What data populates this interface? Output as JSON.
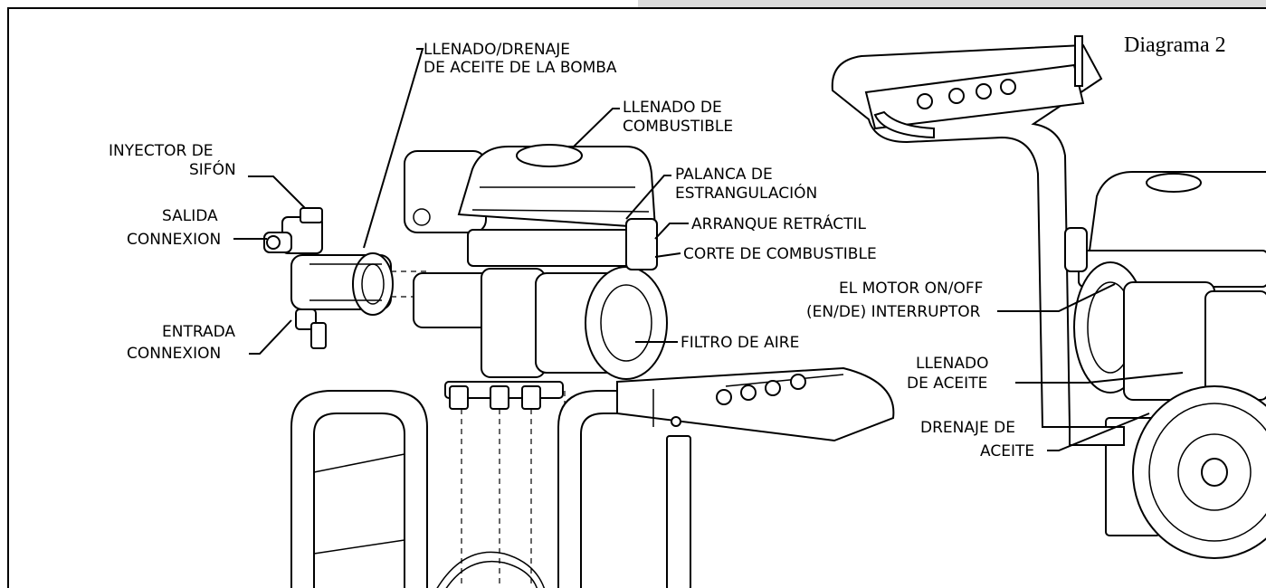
{
  "diagram": {
    "title": "Diagrama 2",
    "labels": {
      "pump_oil_l1": "LLENADO/DRENAJE",
      "pump_oil_l2": "DE ACEITE DE LA BOMBA",
      "fuel_fill_l1": "LLENADO DE",
      "fuel_fill_l2": "COMBUSTIBLE",
      "siphon_l1": "INYECTOR DE",
      "siphon_l2": "SIFÓN",
      "outlet_l1": "SALIDA",
      "outlet_l2": "CONNEXION",
      "inlet_l1": "ENTRADA",
      "inlet_l2": "CONNEXION",
      "choke_l1": "PALANCA DE",
      "choke_l2": "ESTRANGULACIÓN",
      "recoil": "ARRANQUE RETRÁCTIL",
      "fuel_cutoff": "CORTE DE COMBUSTIBLE",
      "air_filter": "FILTRO DE AIRE",
      "engine_switch_l1": "EL MOTOR ON/OFF",
      "engine_switch_l2": "(EN/DE) INTERRUPTOR",
      "oil_fill_l1": "LLENADO",
      "oil_fill_l2": "DE ACEITE",
      "oil_drain_l1": "DRENAJE DE",
      "oil_drain_l2": "ACEITE"
    }
  }
}
